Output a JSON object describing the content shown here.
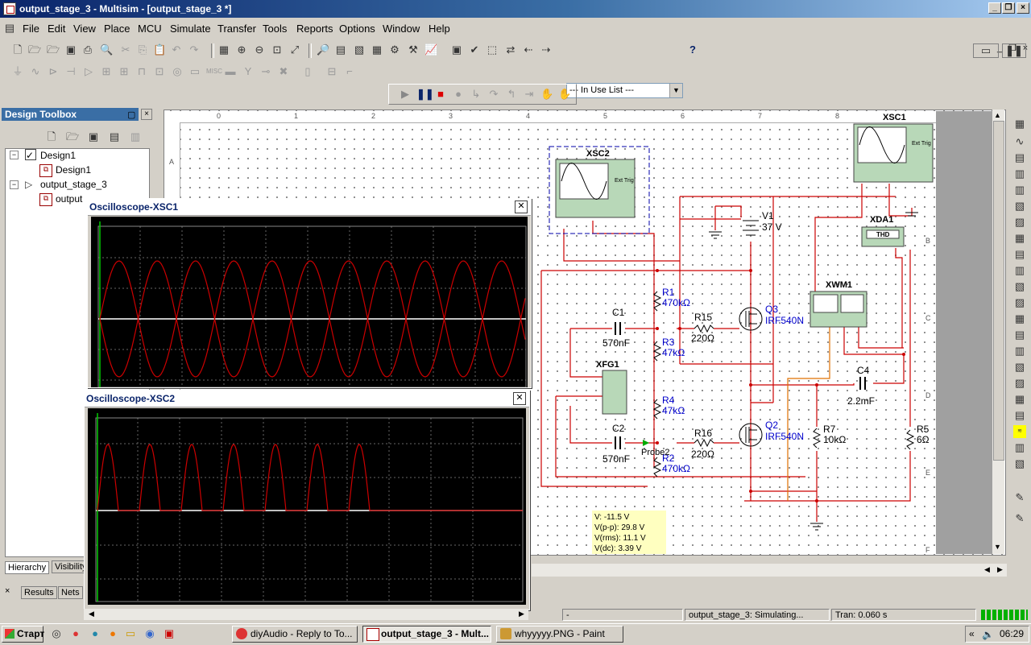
{
  "window": {
    "title": "output_stage_3 - Multisim - [output_stage_3 *]"
  },
  "menu": [
    "File",
    "Edit",
    "View",
    "Place",
    "MCU",
    "Simulate",
    "Transfer",
    "Tools",
    "Reports",
    "Options",
    "Window",
    "Help"
  ],
  "toolbar": {
    "in_use_list": "--- In Use List ---",
    "help_icon": "?"
  },
  "toolbox": {
    "title": "Design Toolbox",
    "tree": [
      {
        "label": "Design1",
        "expander": "−"
      },
      {
        "label": "Design1",
        "expander": ""
      },
      {
        "label": "output_stage_3",
        "expander": "−"
      },
      {
        "label": "output",
        "expander": ""
      }
    ],
    "tabs": [
      "Hierarchy",
      "Visibility"
    ],
    "bottom_tabs": [
      "Results",
      "Nets"
    ]
  },
  "ruler": {
    "top": [
      "0",
      "1",
      "2",
      "3",
      "4",
      "5",
      "6",
      "7",
      "8"
    ],
    "left": [
      "A",
      "B",
      "C",
      "D",
      "E",
      "F"
    ]
  },
  "schematic": {
    "instruments": {
      "xsc2": "XSC2",
      "xsc1": "XSC1",
      "xda1": "XDA1",
      "xda1_face": "THD",
      "xwm1": "XWM1",
      "xfg1": "XFG1",
      "ext_trig": "Ext Trig"
    },
    "components": {
      "V1": {
        "name": "V1",
        "value": "37 V"
      },
      "R1": {
        "name": "R1",
        "value": "470kΩ"
      },
      "R3": {
        "name": "R3",
        "value": "47kΩ"
      },
      "R4": {
        "name": "R4",
        "value": "47kΩ"
      },
      "R2": {
        "name": "R2",
        "value": "470kΩ"
      },
      "R15": {
        "name": "R15",
        "value": "220Ω"
      },
      "R16": {
        "name": "R16",
        "value": "220Ω"
      },
      "R7": {
        "name": "R7",
        "value": "10kΩ"
      },
      "R5": {
        "name": "R5",
        "value": "6Ω"
      },
      "C1": {
        "name": "C1",
        "value": "570nF"
      },
      "C2": {
        "name": "C2",
        "value": "570nF"
      },
      "C4": {
        "name": "C4",
        "value": "2.2mF"
      },
      "Q3": {
        "name": "Q3",
        "value": "IRF540N"
      },
      "Q2": {
        "name": "Q2",
        "value": "IRF540N"
      },
      "probe": {
        "name": "Probe2"
      }
    },
    "probe_readout": [
      "V: -11.5 V",
      "V(p-p): 29.8 V",
      "V(rms): 11.1 V",
      "V(dc): 3.39 V"
    ]
  },
  "oscilloscopes": {
    "xsc1": {
      "title": "Oscilloscope-XSC1",
      "close": "✕"
    },
    "xsc2": {
      "title": "Oscilloscope-XSC2",
      "close": "✕"
    }
  },
  "statusbar": {
    "cell1": "-",
    "cell2": "output_stage_3: Simulating...",
    "cell3": "Tran: 0.060 s"
  },
  "taskbar": {
    "start": "Старт",
    "tasks": [
      "diyAudio - Reply to To...",
      "output_stage_3 - Mult...",
      "whyyyyy.PNG - Paint"
    ],
    "clock": "06:29"
  },
  "colors": {
    "trace": "#cc0000",
    "titlebar": "#0a246a",
    "component_label": "#0000cc",
    "wire": "#cc0000"
  }
}
